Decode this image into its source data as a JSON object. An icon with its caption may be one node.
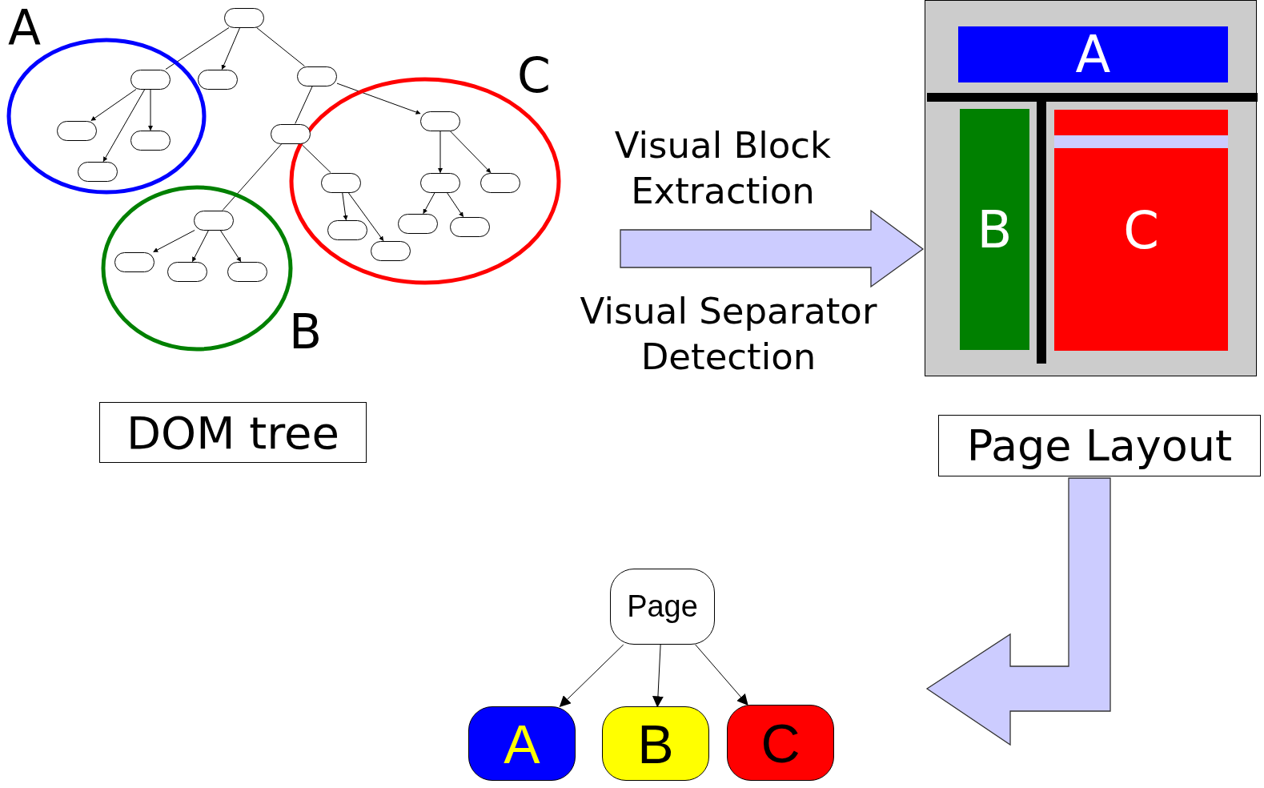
{
  "diagram": {
    "nodes": [
      {
        "text": [],
        "shape": "box"
      },
      {
        "text": [
          "A"
        ]
      },
      {
        "text": [],
        "shape": "box",
        "in": 1
      },
      {
        "text": [],
        "shape": "box",
        "in": 1
      },
      {
        "text": [],
        "shape": "box",
        "in": 1
      },
      {
        "text": [],
        "shape": "box",
        "in": 1
      },
      {
        "text": [],
        "shape": "box"
      },
      {
        "text": [],
        "shape": "box"
      },
      {
        "text": [],
        "shape": "box"
      },
      {
        "text": [
          "C"
        ]
      },
      {
        "text": [],
        "shape": "box",
        "in": 9
      },
      {
        "text": [],
        "shape": "box",
        "in": 9
      },
      {
        "text": [],
        "shape": "box",
        "in": 9
      },
      {
        "text": [],
        "shape": "box",
        "in": 9
      },
      {
        "text": [],
        "shape": "box",
        "in": 9
      },
      {
        "text": [],
        "shape": "box",
        "in": 9
      },
      {
        "text": [],
        "shape": "box",
        "in": 9
      },
      {
        "text": [],
        "shape": "box",
        "in": 9
      },
      {
        "text": [
          "B"
        ]
      },
      {
        "text": [],
        "shape": "box",
        "in": 18
      },
      {
        "text": [],
        "shape": "box",
        "in": 18
      },
      {
        "text": [],
        "shape": "box",
        "in": 18
      },
      {
        "text": [],
        "shape": "box",
        "in": 18
      },
      {
        "text": [
          "DOM tree"
        ]
      },
      {
        "text": [],
        "shape": "box"
      },
      {
        "text": [
          "A"
        ],
        "in": 24
      },
      {
        "text": [
          "B"
        ],
        "in": 24
      },
      {
        "text": [
          "C"
        ],
        "in": 24
      },
      {
        "text": [
          "Page Layout"
        ]
      },
      {
        "text": [
          "Page"
        ]
      },
      {
        "text": [
          "A"
        ]
      },
      {
        "text": [
          "B"
        ]
      },
      {
        "text": [
          "C"
        ]
      }
    ],
    "edges": [
      {
        "from": 0,
        "to": 2,
        "arrow": "none"
      },
      {
        "from": 0,
        "to": 6,
        "arrow": "to"
      },
      {
        "from": 0,
        "to": 7,
        "arrow": "none"
      },
      {
        "from": 2,
        "to": 3,
        "arrow": "to"
      },
      {
        "from": 2,
        "to": 4,
        "arrow": "to"
      },
      {
        "from": 2,
        "to": 5,
        "arrow": "to"
      },
      {
        "from": 7,
        "to": 8,
        "arrow": "none"
      },
      {
        "from": 7,
        "to": 10,
        "arrow": "to"
      },
      {
        "from": 8,
        "to": 19,
        "arrow": "none"
      },
      {
        "from": 8,
        "to": 11,
        "arrow": "none"
      },
      {
        "from": 10,
        "to": 12,
        "arrow": "to"
      },
      {
        "from": 10,
        "to": 13,
        "arrow": "to"
      },
      {
        "from": 11,
        "to": 14,
        "arrow": "to"
      },
      {
        "from": 11,
        "to": 15,
        "arrow": "to"
      },
      {
        "from": 12,
        "to": 16,
        "arrow": "to"
      },
      {
        "from": 12,
        "to": 17,
        "arrow": "to"
      },
      {
        "from": 19,
        "to": 20,
        "arrow": "to"
      },
      {
        "from": 19,
        "to": 21,
        "arrow": "to"
      },
      {
        "from": 19,
        "to": 22,
        "arrow": "to"
      },
      {
        "from": null,
        "to": 24,
        "arrow": "to"
      },
      {
        "from": 28,
        "to": null,
        "arrow": "to"
      },
      {
        "from": 29,
        "to": 30,
        "arrow": "to"
      },
      {
        "from": 29,
        "to": 31,
        "arrow": "to"
      },
      {
        "from": 29,
        "to": 32,
        "arrow": "to"
      }
    ],
    "labels": [
      "Visual Block Extraction",
      "Visual Separator Detection"
    ]
  }
}
